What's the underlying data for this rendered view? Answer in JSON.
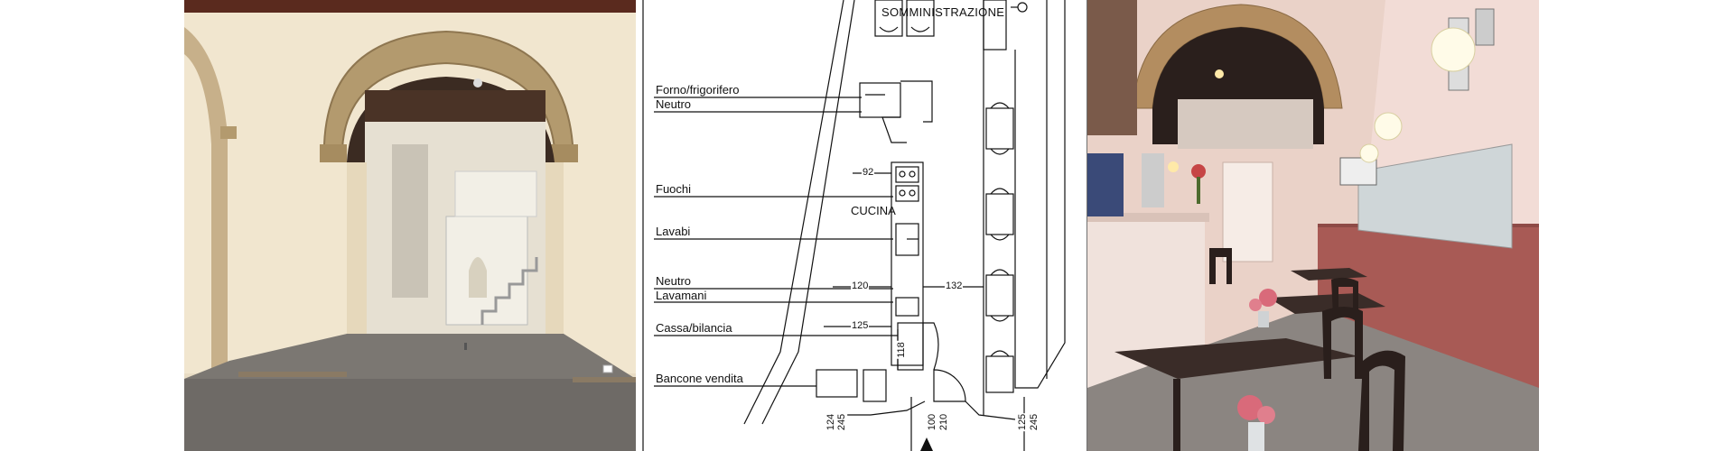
{
  "panels": {
    "before_photo": {
      "caption": ""
    },
    "floor_plan": {
      "header_label": "SOMMINISTRAZIONE",
      "kitchen_label": "CUCINA",
      "callouts": [
        "Forno/frigorifero",
        "Neutro",
        "Fuochi",
        "Lavabi",
        "Neutro",
        "Lavamani",
        "Cassa/bilancia",
        "Bancone vendita"
      ],
      "dimensions": {
        "d92": "92",
        "d120": "120",
        "d132": "132",
        "d125": "125",
        "d118": "118",
        "d100": "100",
        "d210": "210",
        "d245a": "245",
        "d124": "124",
        "d245b": "245",
        "d125b": "125"
      }
    },
    "after_photo": {
      "caption": ""
    }
  },
  "colors": {
    "wall_cream": "#f1e6cf",
    "stone_arch": "#b39a6e",
    "floor_grey": "#6e6a66",
    "cafe_wall_pink": "#e9cfc8",
    "cafe_wainscot": "#a85a55",
    "table_dark": "#3a2c28"
  }
}
